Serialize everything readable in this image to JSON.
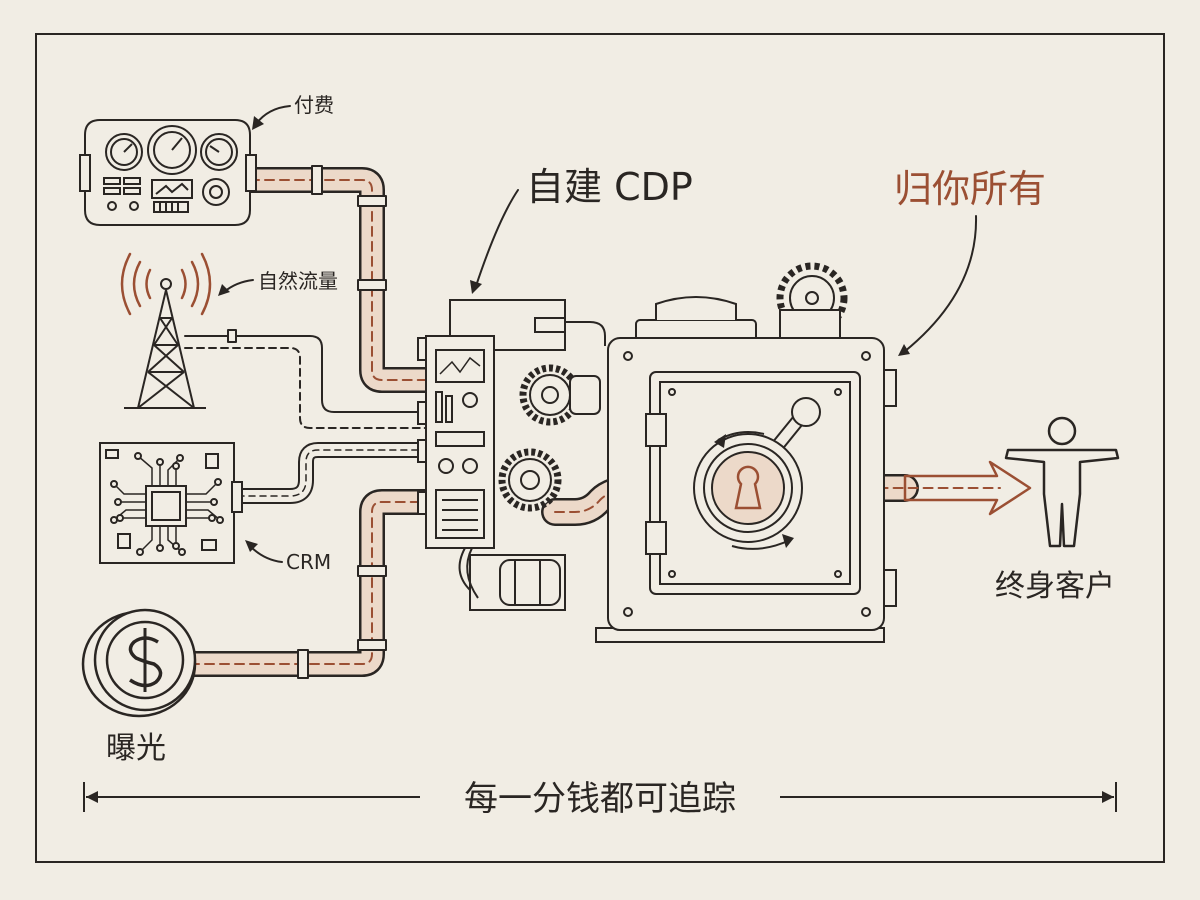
{
  "labels": {
    "paid": "付费",
    "organic": "自然流量",
    "crm": "CRM",
    "exposure": "曝光",
    "cdp": "自建 CDP",
    "owned": "归你所有",
    "lifetime_customer": "终身客户",
    "trackable": "每一分钱都可追踪"
  },
  "colors": {
    "background": "#f1ede4",
    "ink": "#2a2623",
    "accent": "#9b4f33",
    "pipe_fill": "#ecd9c9"
  }
}
